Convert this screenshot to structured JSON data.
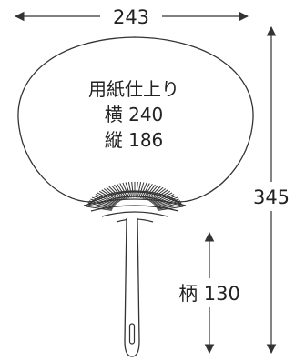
{
  "paper_label": {
    "line1": "用紙仕上り",
    "line2": "横 240",
    "line3": "縦 186"
  },
  "dimensions": {
    "width": "243",
    "height": "345",
    "handle": "柄 130"
  },
  "colors": {
    "line": "#333333",
    "text": "#222222",
    "background": "#ffffff"
  }
}
